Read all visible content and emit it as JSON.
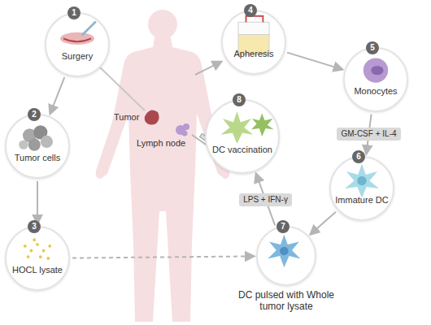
{
  "diagram": {
    "nodes": [
      {
        "text": [
          "1",
          "Surgery"
        ]
      },
      {
        "text": [
          "2",
          "Tumor cells"
        ]
      },
      {
        "text": [
          "3",
          "HOCL lysate"
        ]
      },
      {
        "text": [
          "4",
          "Apheresis"
        ]
      },
      {
        "text": [
          "5",
          "Monocytes"
        ]
      },
      {
        "text": [
          "6",
          "Immature DC"
        ]
      },
      {
        "text": [
          "7",
          "DC pulsed with Whole tumor lysate"
        ]
      },
      {
        "text": [
          "8",
          "DC vaccination"
        ]
      }
    ],
    "edges": [
      {
        "from": 0,
        "to": 1,
        "arrow": "to"
      },
      {
        "from": 1,
        "to": 2,
        "arrow": "to"
      },
      {
        "from": 2,
        "to": 6,
        "arrow": "to"
      },
      {
        "from": 3,
        "to": 4,
        "arrow": "to"
      },
      {
        "from": 4,
        "to": 5,
        "label": "GM-CSF + IL-4",
        "arrow": "to"
      },
      {
        "from": 5,
        "to": 6,
        "arrow": "to"
      },
      {
        "from": 6,
        "to": 7,
        "label": "LPS + IFN-γ",
        "arrow": "to"
      }
    ],
    "labels": [
      "Tumor",
      "Lymph node"
    ]
  }
}
